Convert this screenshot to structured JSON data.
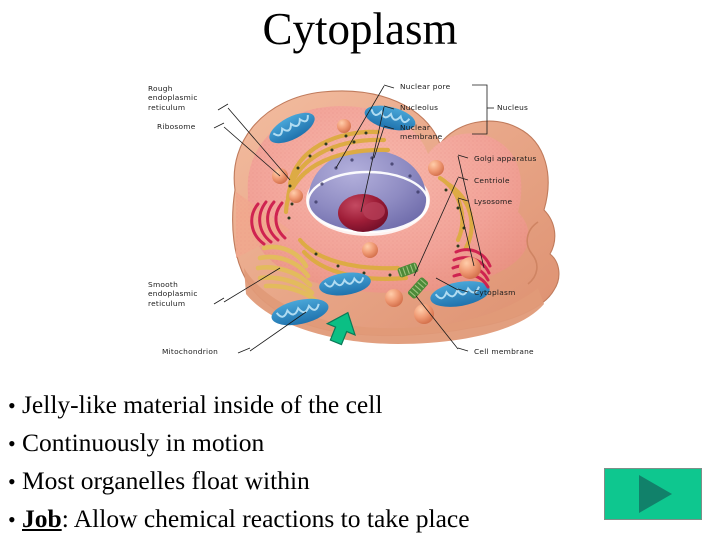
{
  "slide": {
    "title": "Cytoplasm",
    "background_color": "#ffffff",
    "text_color": "#000000"
  },
  "diagram": {
    "name": "animal-cell-cutaway-diagram",
    "highlight_arrow": "green-up-arrow-pointing-to-cytoplasm",
    "highlight_color": "#0bbf84",
    "labels_left": [
      {
        "id": "rough-er",
        "text": "Rough\nendoplasmic\nreticulum"
      },
      {
        "id": "ribosome",
        "text": "Ribosome"
      },
      {
        "id": "smooth-er",
        "text": "Smooth\nendoplasmic\nreticulum"
      },
      {
        "id": "mitochondrion",
        "text": "Mitochondrion"
      }
    ],
    "labels_right": [
      {
        "id": "nuclear-pore",
        "text": "Nuclear pore"
      },
      {
        "id": "nucleolus",
        "text": "Nucleolus"
      },
      {
        "id": "nuclear-membrane",
        "text": "Nuclear\nmembrane"
      },
      {
        "id": "nucleus",
        "text": "Nucleus"
      },
      {
        "id": "golgi-apparatus",
        "text": "Golgi apparatus"
      },
      {
        "id": "centriole",
        "text": "Centriole"
      },
      {
        "id": "lysosome",
        "text": "Lysosome"
      },
      {
        "id": "cytoplasm",
        "text": "Cytoplasm"
      },
      {
        "id": "cell-membrane",
        "text": "Cell membrane"
      }
    ],
    "colors": {
      "cell_membrane": "#e8a183",
      "cytoplasm": "#f2a79b",
      "nucleus": "#8f8cc4",
      "nucleolus": "#9e1d37",
      "mitochondria": "#2f8ec4",
      "rough_er": "#e0b44c",
      "smooth_er": "#e6bc5e",
      "golgi": "#cf1f52",
      "lysosome": "#ef8f6e",
      "centriole": "#4f8a3a"
    }
  },
  "bullets": [
    {
      "marker": "•",
      "text": "Jelly-like material inside of the cell",
      "bold_prefix": ""
    },
    {
      "marker": "•",
      "text": "Continuously in motion",
      "bold_prefix": ""
    },
    {
      "marker": "•",
      "text": "Most organelles float within",
      "bold_prefix": ""
    },
    {
      "marker": "•",
      "text": ": Allow chemical reactions to take place",
      "bold_prefix": "Job"
    }
  ],
  "next_button": {
    "label": "next-slide",
    "glyph": "▶",
    "fill": "#0ec78f",
    "arrow_fill": "#11816a"
  }
}
